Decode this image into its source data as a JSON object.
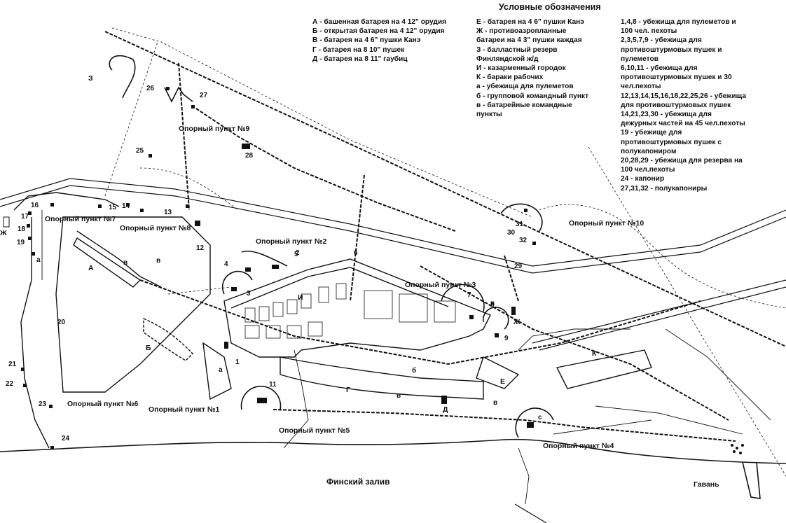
{
  "legend": {
    "title": "Условные обозначения",
    "col1": [
      "А - башенная батарея на 4 12\" орудия",
      "Б - открытая батарея на 4 12\" орудия",
      "В - батарея на 4 6\" пушки Канэ",
      "Г - батарея на 8 10\" пушек",
      "Д - батарея на 8 11\" гаубиц"
    ],
    "col2": [
      "Е - батарея на 4 6\" пушки Канэ",
      "Ж - противоазропланные",
      "батареи на 4 3\" пушки каждая",
      "З - балластный резерв",
      "Финляндской ж/д",
      "И - казарменный городок",
      "К - бараки рабочих",
      "а - убежища для пулеметов",
      "б - групповой командный пункт",
      "в - батарейные командные",
      "пункты"
    ],
    "col3": [
      "1,4,8 - убежища для пулеметов и",
      "100 чел. пехоты",
      "2,3,5,7,9 - убежища для",
      "противоштурмовых пушек и",
      "пулеметов",
      "6,10,11 - убежища для",
      "противоштурмовых пушек и 30",
      "чел.пехоты",
      "12,13,14,15,16,18,22,25,26 - убежища",
      "для противоштурмовых пушек",
      "14,21,23,30 - убежища для",
      "дежурных частей на 45 чел.пехоты",
      "19 - убежище для",
      "противоштурмовых пушек с",
      "полукапониром",
      "20,28,29 - убежища для резерва на",
      "100 чел.пехоты",
      "24 - капонир",
      "27,31,32 - полукапониры"
    ]
  },
  "map": {
    "sea_label": "Финский залив",
    "harbor_label": "Гавань",
    "strongpoints": [
      "Опорный пункт №1",
      "Опорный пункт №2",
      "Опорный пункт №3",
      "Опорный пункт №4",
      "Опорный пункт №5",
      "Опорный пункт №6",
      "Опорный пункт №7",
      "Опорный пункт №8",
      "Опорный пункт №9",
      "Опорный пункт №10"
    ],
    "letters": [
      "А",
      "Б",
      "В",
      "Г",
      "Д",
      "Е",
      "Ж",
      "З",
      "И",
      "К",
      "а",
      "б",
      "в",
      "с"
    ],
    "numbers": [
      "1",
      "2",
      "3",
      "4",
      "5",
      "6",
      "7",
      "8",
      "9",
      "11",
      "12",
      "13",
      "14",
      "15",
      "16",
      "17",
      "18",
      "19",
      "20",
      "21",
      "22",
      "23",
      "24",
      "25",
      "26",
      "27",
      "28",
      "29",
      "30",
      "31",
      "32"
    ]
  }
}
